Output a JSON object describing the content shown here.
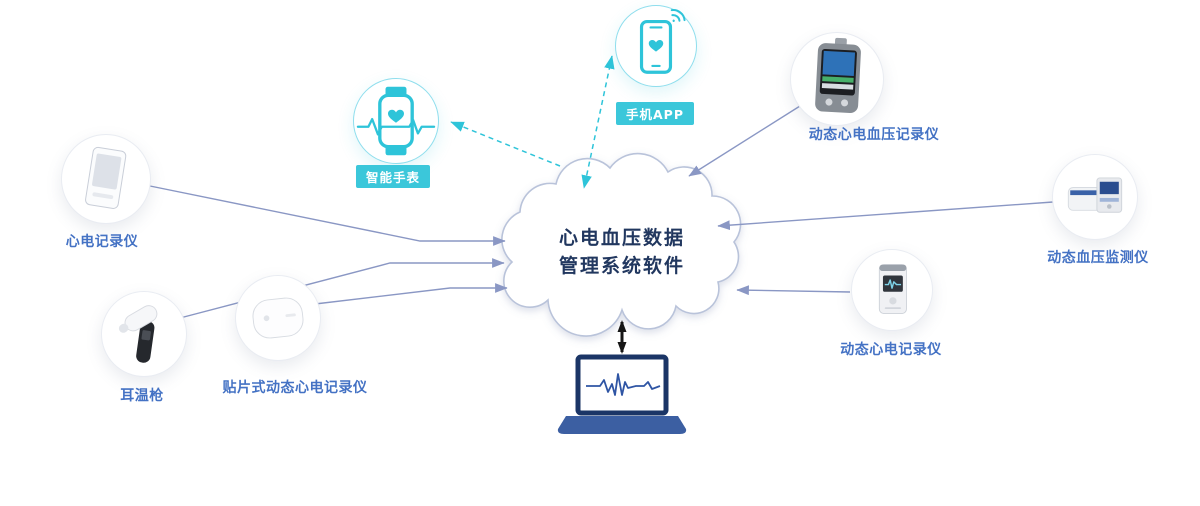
{
  "cloud": {
    "line1": "心电血压数据",
    "line2": "管理系统软件"
  },
  "nodes": {
    "ecg_recorder": {
      "label": "心电记录仪"
    },
    "ear_thermometer": {
      "label": "耳温枪"
    },
    "patch_recorder": {
      "label": "贴片式动态心电记录仪"
    },
    "smart_watch": {
      "label": "智能手表"
    },
    "phone_app": {
      "label": "手机APP"
    },
    "abpm_recorder": {
      "label": "动态心电血压记录仪"
    },
    "bp_monitor": {
      "label": "动态血压监测仪"
    },
    "holter_recorder": {
      "label": "动态心电记录仪"
    }
  },
  "colors": {
    "label_blue": "#4472c4",
    "teal": "#2ec4d9",
    "connector": "#8a97c4",
    "cloud_border": "#b9c3da",
    "cloud_text": "#21375f"
  }
}
